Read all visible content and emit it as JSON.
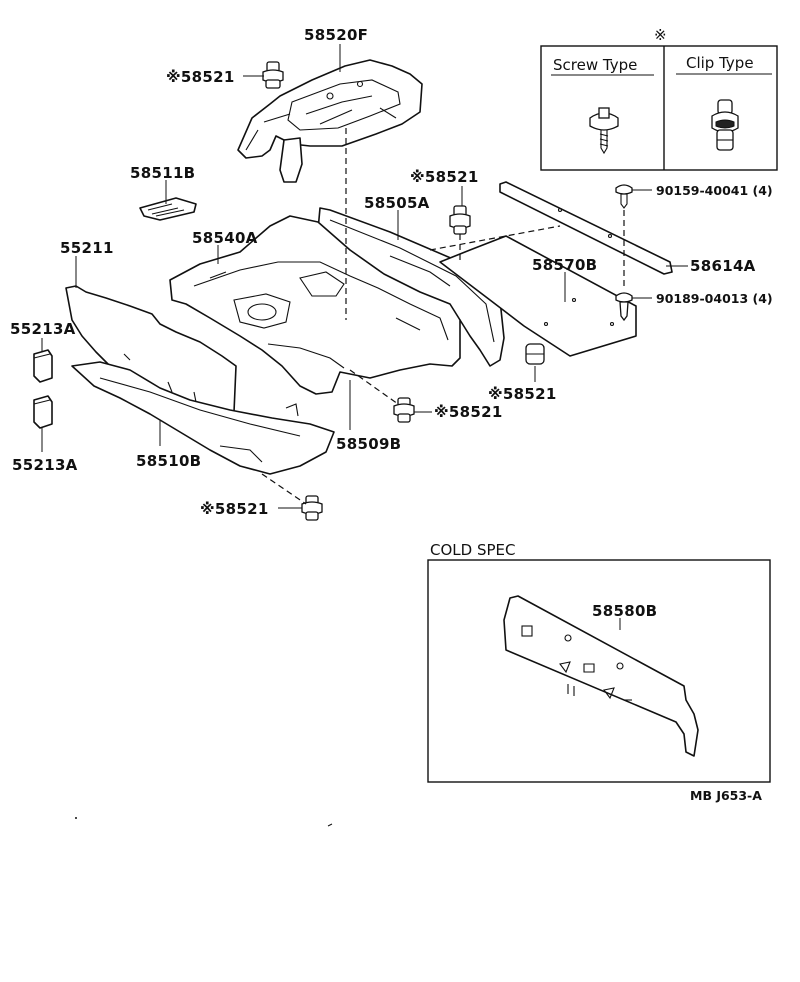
{
  "labels": {
    "p58520F": "58520F",
    "p58521_a": "※58521",
    "p58511B": "58511B",
    "p58521_b": "※58521",
    "p58505A": "58505A",
    "p58540A": "58540A",
    "p55211": "55211",
    "p58570B": "58570B",
    "p58614A": "58614A",
    "p90159": "90159-40041 (4)",
    "p90189": "90189-04013 (4)",
    "p55213A_top": "55213A",
    "p58521_c": "※58521",
    "p58521_d": "※58521",
    "p58509B": "58509B",
    "p58510B": "58510B",
    "p55213A_bot": "55213A",
    "p58521_e": "※58521",
    "p58580B": "58580B"
  },
  "legend": {
    "mark": "※",
    "screw_type": "Screw Type",
    "clip_type": "Clip Type"
  },
  "cold_spec": {
    "title": "COLD SPEC"
  },
  "footer": {
    "code": "MB  J653-A"
  }
}
